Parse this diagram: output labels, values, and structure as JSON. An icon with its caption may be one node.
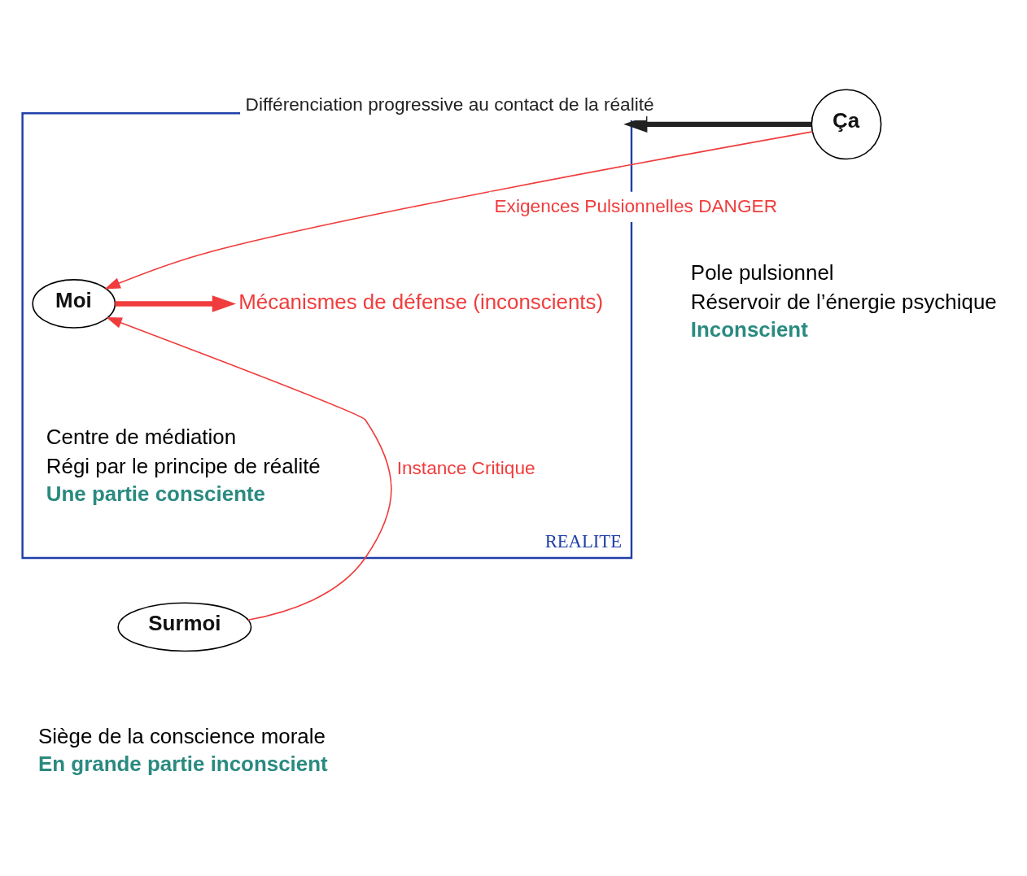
{
  "diagram": {
    "nodes": [
      {
        "text": [
          "REALITE"
        ]
      },
      {
        "text": [
          "Ça"
        ],
        "beside": [
          "Pole pulsionnel",
          "Réservoir de l’énergie psychique",
          "Inconscient"
        ]
      },
      {
        "text": [
          "Moi"
        ],
        "in": 0,
        "beside": [
          "Centre de médiation",
          "Régi par le principe de réalité",
          "Une partie consciente"
        ]
      },
      {
        "text": [
          "Mécanismes de défense (inconscients)"
        ],
        "in": 0
      },
      {
        "text": [
          "Surmoi"
        ],
        "beside": [
          "Siège de la conscience morale",
          "En grande partie inconscient"
        ]
      }
    ],
    "edges": [
      {
        "from": 1,
        "to": 0,
        "arrow": "to",
        "label": "Différenciation progressive au contact de la réalité",
        "style": "thick",
        "color": "#222222"
      },
      {
        "from": 1,
        "to": 2,
        "arrow": "to",
        "label": "Exigences Pulsionnelles DANGER",
        "color": "#f03c3c"
      },
      {
        "from": 2,
        "to": 3,
        "arrow": "to",
        "style": "thick",
        "color": "#f03c3c"
      },
      {
        "from": 4,
        "to": 2,
        "arrow": "to",
        "label": "Instance Critique",
        "color": "#f03c3c"
      }
    ]
  }
}
